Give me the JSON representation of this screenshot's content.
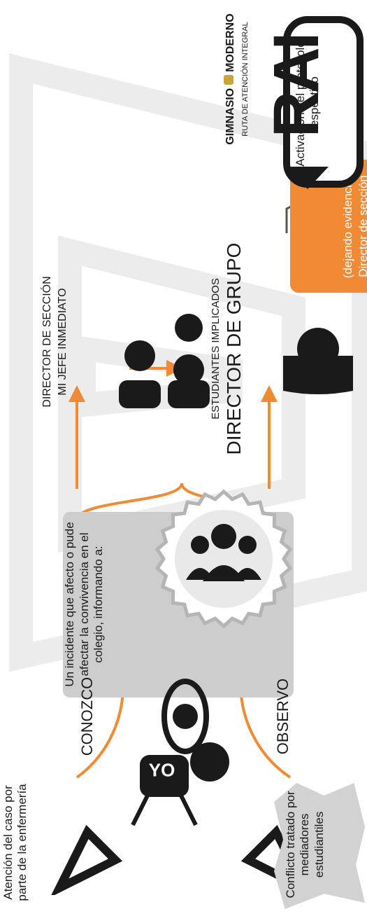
{
  "colors": {
    "orange": "#f08a34",
    "dark": "#1a1a1a",
    "grey_panel": "#cdcdcd",
    "watermark": "#ececec"
  },
  "icons": {
    "yo_person": "person-with-yo-shirt-icon",
    "eye": "eye-icon",
    "people_group": "group-of-people-icon",
    "person": "person-icon",
    "speech_bubble": "speech-bubble-icon"
  },
  "left": {
    "mediators_text": "Conflicto tratado por mediadores estudiantiles",
    "nursery_text": "Atención del caso por parte de la enfermería",
    "yo_label": "YO"
  },
  "middle": {
    "observo": "OBSERVO",
    "conozco": "CONOZCO",
    "incident_text": "Un incidente que afecto o pude afectar la convivencia en el colegio, informando a:"
  },
  "right": {
    "director_grupo_title": "DIRECTOR DE GRUPO",
    "director_grupo_sub": "ESTUDIANTES IMPLICADOS",
    "jefe_line1": "MI JEFE INMEDIATO",
    "jefe_line2": "DIRECTOR DE SECCIÓN",
    "orange_bubble_line1": "Director de sección",
    "orange_bubble_line2": "(dejando evidencia)",
    "protocol_text": "Activación del protocolo respectivo"
  },
  "brand": {
    "rai": "RAI",
    "subtitle": "RUTA DE ATENCIÓN INTEGRAL",
    "school_left": "GIMNASIO",
    "school_right": "MODERNO"
  }
}
